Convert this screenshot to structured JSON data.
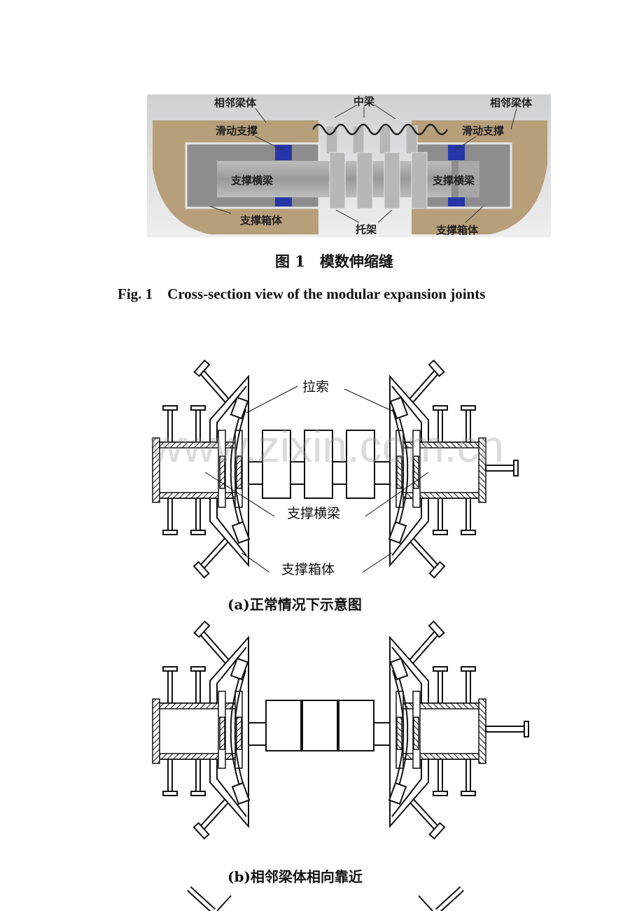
{
  "figure1": {
    "labels": {
      "adjacent_girder_left": "相邻梁体",
      "adjacent_girder_right": "相邻梁体",
      "middle_beam": "中梁",
      "sliding_support_left": "滑动支撑",
      "sliding_support_right": "滑动支撑",
      "support_beam_left": "支撑横梁",
      "support_beam_right": "支撑横梁",
      "support_box_left": "支撑箱体",
      "support_box_right": "支撑箱体",
      "bracket": "托架"
    },
    "caption_cn": "图 1　模数伸缩缝",
    "caption_en": "Fig. 1　Cross-section view of the modular expansion joints"
  },
  "figure2": {
    "labels": {
      "cable": "拉索",
      "support_beam": "支撑横梁",
      "support_box": "支撑箱体"
    },
    "watermark": "www.zixin.com.cn",
    "caption_a": "(a)正常情况下示意图",
    "caption_b": "(b)相邻梁体相向靠近"
  }
}
